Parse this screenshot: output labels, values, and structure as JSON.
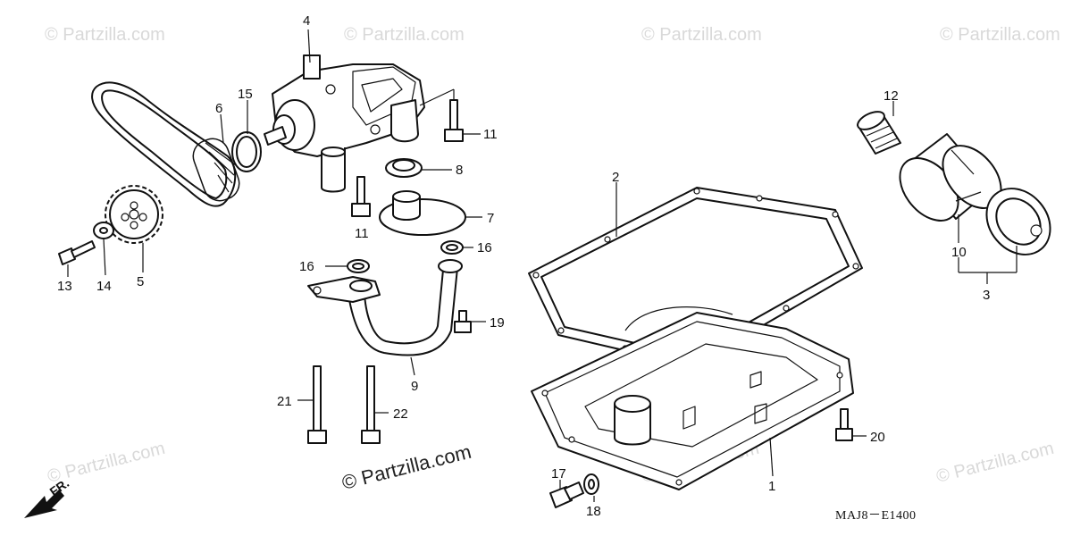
{
  "watermarks": [
    "© Partzilla.com",
    "© Partzilla.com",
    "© Partzilla.com",
    "© Partzilla.com",
    "© Partzilla.com",
    "© Partzilla.com",
    "© Partzilla.com"
  ],
  "center_watermark": "© Partzilla.com",
  "diagram_code": "MAJ8－E1400",
  "direction_label": "FR.",
  "callouts": [
    "1",
    "2",
    "3",
    "4",
    "5",
    "6",
    "7",
    "8",
    "9",
    "10",
    "11",
    "11",
    "12",
    "13",
    "14",
    "15",
    "16",
    "16",
    "17",
    "18",
    "19",
    "20",
    "21",
    "22"
  ]
}
